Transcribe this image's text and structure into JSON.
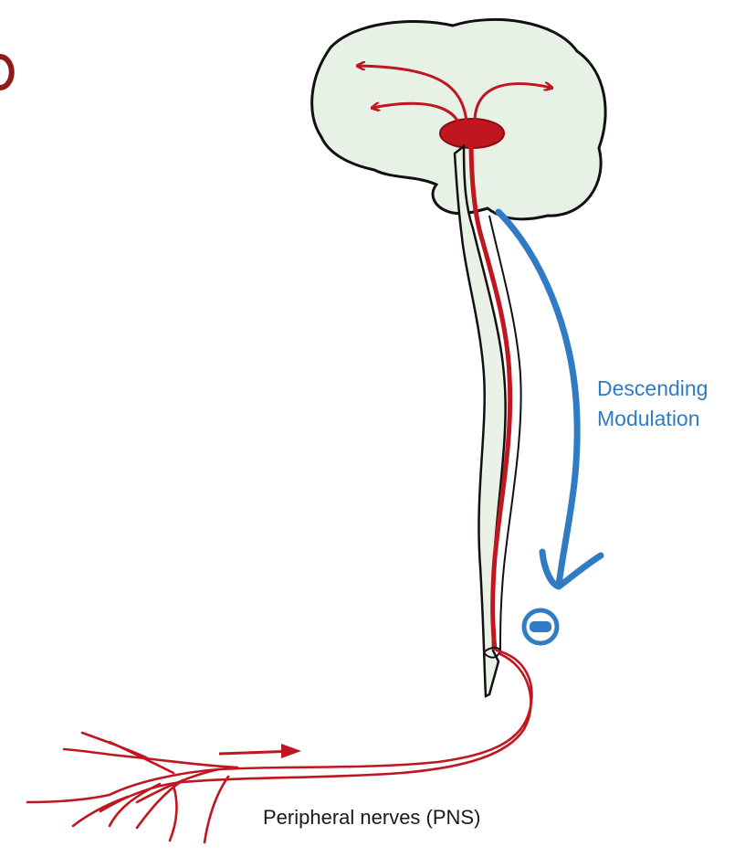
{
  "labels": {
    "descending_line1": "Descending",
    "descending_line2": "Modulation",
    "pns": "Peripheral nerves (PNS)"
  },
  "colors": {
    "brain_fill": "#e7f1e5",
    "outline": "#111111",
    "nerve_red": "#c0161f",
    "modulation_blue": "#2f7bc4",
    "label_black": "#1a1a1a"
  },
  "icons": {
    "inhibition": "minus-circle-icon",
    "signal_direction": "arrow-right-icon"
  }
}
